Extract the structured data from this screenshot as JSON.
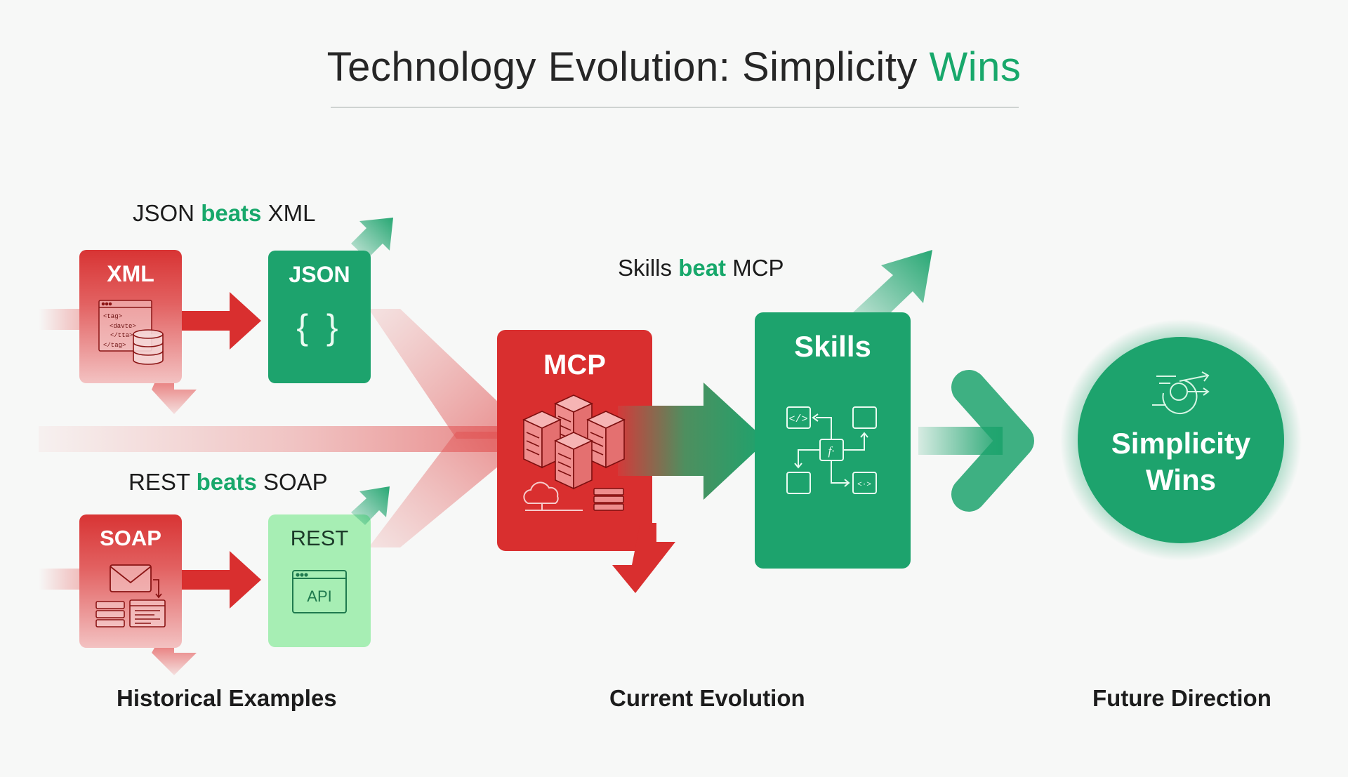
{
  "title": {
    "main": "Technology Evolution: Simplicity ",
    "accent": "Wins"
  },
  "captions": {
    "json_xml": {
      "a": "JSON ",
      "b": "beats",
      "c": " XML"
    },
    "rest_soap": {
      "a": "REST ",
      "b": "beats",
      "c": " SOAP"
    },
    "skills_mcp": {
      "a": "Skills ",
      "b": "beat",
      "c": " MCP"
    }
  },
  "boxes": {
    "xml": "XML",
    "json": "JSON",
    "json_braces": "{ }",
    "soap": "SOAP",
    "rest": "REST",
    "api": "API",
    "mcp": "MCP",
    "skills": "Skills"
  },
  "xml_snippet": [
    "<tag>",
    "<davte>",
    "</tta>",
    "</tag>"
  ],
  "circle": {
    "line1": "Simplicity",
    "line2": "Wins"
  },
  "footer": {
    "historical": "Historical Examples",
    "current": "Current Evolution",
    "future": "Future Direction"
  },
  "icons": {
    "xml": [
      "code-window-icon",
      "database-icon"
    ],
    "soap": [
      "envelope-icon",
      "server-rack-icon",
      "document-window-icon"
    ],
    "rest": [
      "api-window-icon"
    ],
    "mcp": [
      "server-cubes-icon",
      "cloud-icon",
      "server-stack-icon"
    ],
    "skills": [
      "code-node-icon",
      "function-node-icon",
      "code-arrows-node-icon",
      "empty-node-icon"
    ],
    "circle": [
      "target-arrow-icon"
    ]
  },
  "colors": {
    "red": "#d92f2f",
    "green": "#1da36d",
    "light_green": "#a7eeb4",
    "accent_text": "#18a86b",
    "background": "#f7f8f7"
  }
}
